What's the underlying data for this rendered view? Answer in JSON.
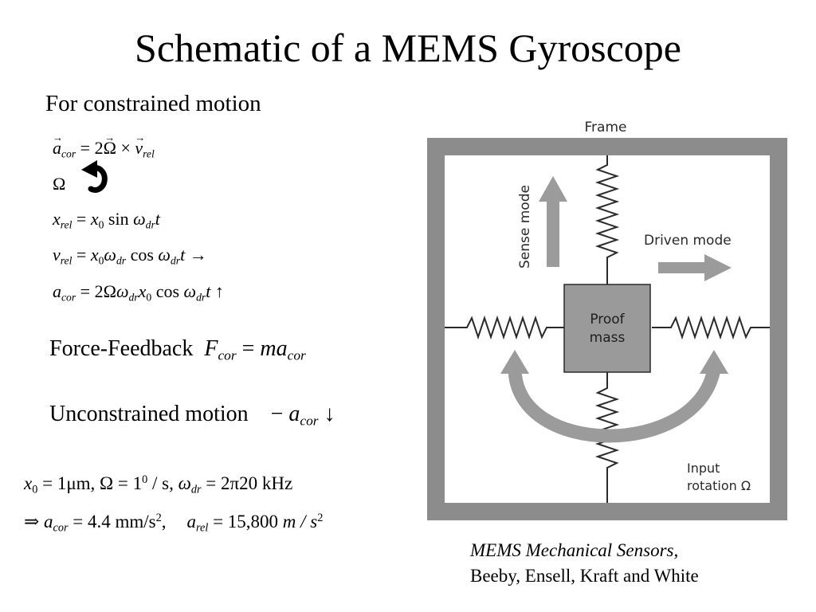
{
  "title": "Schematic of a MEMS Gyroscope",
  "subtitle": "For constrained motion",
  "equations": {
    "coriolis": {
      "a": "a",
      "a_sub": "cor",
      "eq": " = 2",
      "omega": "Ω",
      "times": " × ",
      "v": "v",
      "v_sub": "rel"
    },
    "omega_symbol": "Ω",
    "x_rel": {
      "lhs": "x",
      "lhs_sub": "rel",
      "eq": " = ",
      "x": "x",
      "x_sub": "0",
      "fn": " sin ",
      "w": "ω",
      "w_sub": "dr",
      "t": "t"
    },
    "v_rel": {
      "lhs": "v",
      "lhs_sub": "rel",
      "eq": " = ",
      "x": "x",
      "x_sub": "0",
      "w1": "ω",
      "w1_sub": "dr",
      "fn": " cos ",
      "w2": "ω",
      "w2_sub": "dr",
      "t": "t",
      "arrow": " →"
    },
    "a_cor": {
      "lhs": "a",
      "lhs_sub": "cor",
      "eq": " = 2Ω",
      "w1": "ω",
      "w1_sub": "dr",
      "x": "x",
      "x_sub": "0",
      "fn": " cos ",
      "w2": "ω",
      "w2_sub": "dr",
      "t": "t",
      "arrow": " ↑"
    }
  },
  "force_feedback": {
    "label": "Force-Feedback",
    "F": "F",
    "F_sub": "cor",
    "eq": " = ",
    "m": "m",
    "a": "a",
    "a_sub": "cor"
  },
  "unconstrained": {
    "label": "Unconstrained motion",
    "minus": "− ",
    "a": "a",
    "a_sub": "cor",
    "arrow": " ↓"
  },
  "params": {
    "x": "x",
    "x_sub": "0",
    "part1": " = 1μm, Ω = 1",
    "deg": "0",
    "part2": " / s, ",
    "w": "ω",
    "w_sub": "dr",
    "part3": " = 2π20 kHz"
  },
  "result": {
    "implies": "⇒ ",
    "a1": "a",
    "a1_sub": "cor",
    "val1": " = 4.4 mm/s",
    "exp1": "2",
    "comma": ",",
    "a2": "a",
    "a2_sub": "rel",
    "val2": " = 15,800 ",
    "unit": "m / s",
    "exp2": "2"
  },
  "diagram": {
    "frame_label": "Frame",
    "sense_label": "Sense mode",
    "driven_label": "Driven mode",
    "proof_label_1": "Proof",
    "proof_label_2": "mass",
    "input_label_1": "Input",
    "input_label_2": "rotation Ω",
    "colors": {
      "frame": "#8c8c8c",
      "mass": "#9a9a9a",
      "arrow": "#9b9b9b",
      "text": "#2a2a2a"
    }
  },
  "citation": {
    "line1": "MEMS Mechanical Sensors,",
    "line2": "Beeby, Ensell, Kraft and White"
  }
}
